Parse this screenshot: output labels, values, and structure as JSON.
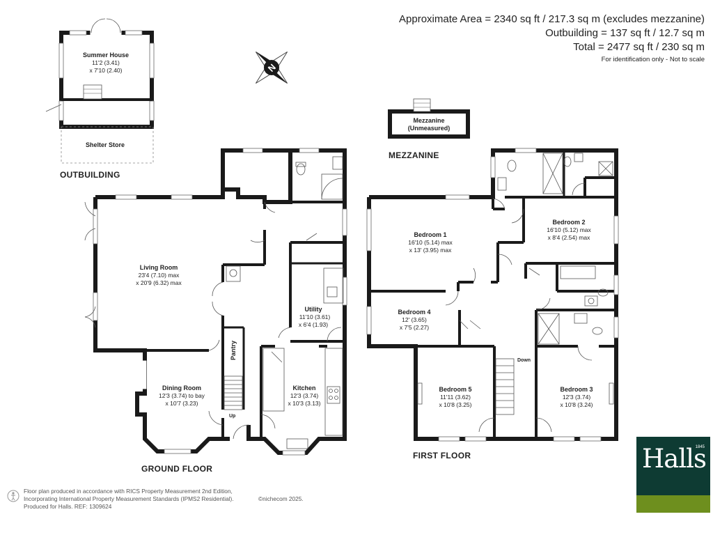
{
  "header": {
    "area_main": "Approximate Area = 2340 sq ft / 217.3 sq m (excludes mezzanine)",
    "area_outbuilding": "Outbuilding = 137 sq ft / 12.7 sq m",
    "area_total": "Total = 2477 sq ft / 230 sq m",
    "note": "For identification only - Not to scale"
  },
  "compass": {
    "label": "N",
    "icon": "compass-icon"
  },
  "floors": {
    "outbuilding": "OUTBUILDING",
    "mezzanine": "MEZZANINE",
    "ground": "GROUND FLOOR",
    "first": "FIRST FLOOR"
  },
  "rooms": {
    "summer_house": {
      "name": "Summer House",
      "dim1": "11'2 (3.41)",
      "dim2": "x 7'10 (2.40)"
    },
    "shelter_store": {
      "name": "Shelter Store"
    },
    "mezzanine": {
      "name": "Mezzanine",
      "dim1": "(Unmeasured)"
    },
    "living_room": {
      "name": "Living Room",
      "dim1": "23'4 (7.10) max",
      "dim2": "x 20'9 (6.32) max"
    },
    "utility": {
      "name": "Utility",
      "dim1": "11'10 (3.61)",
      "dim2": "x 6'4 (1.93)"
    },
    "pantry": {
      "name": "Pantry"
    },
    "dining_room": {
      "name": "Dining Room",
      "dim1": "12'3 (3.74) to bay",
      "dim2": "x 10'7 (3.23)"
    },
    "kitchen": {
      "name": "Kitchen",
      "dim1": "12'3 (3.74)",
      "dim2": "x 10'3 (3.13)"
    },
    "bedroom1": {
      "name": "Bedroom 1",
      "dim1": "16'10 (5.14) max",
      "dim2": "x 13' (3.95) max"
    },
    "bedroom2": {
      "name": "Bedroom 2",
      "dim1": "16'10 (5.12) max",
      "dim2": "x 8'4 (2.54) max"
    },
    "bedroom4": {
      "name": "Bedroom 4",
      "dim1": "12' (3.65)",
      "dim2": "x 7'5 (2.27)"
    },
    "bedroom5": {
      "name": "Bedroom 5",
      "dim1": "11'11 (3.62)",
      "dim2": "x 10'8 (3.25)"
    },
    "bedroom3": {
      "name": "Bedroom 3",
      "dim1": "12'3 (3.74)",
      "dim2": "x 10'8 (3.24)"
    }
  },
  "stairs": {
    "up": "Up",
    "down": "Down"
  },
  "footer": {
    "line1": "Floor plan produced in accordance with RICS Property Measurement 2nd Edition,",
    "line2": "Incorporating International Property Measurement Standards (IPMS2 Residential).",
    "copyright": "©nichecom 2025.",
    "line3": "Produced for Halls.   REF: 1309624"
  },
  "brand": {
    "name": "Halls",
    "year": "1845",
    "primary_color": "#0e3b33",
    "accent_color": "#6e8f1e"
  },
  "colors": {
    "wall": "#1a1a1a",
    "window": "#ffffff",
    "line": "#444444"
  }
}
